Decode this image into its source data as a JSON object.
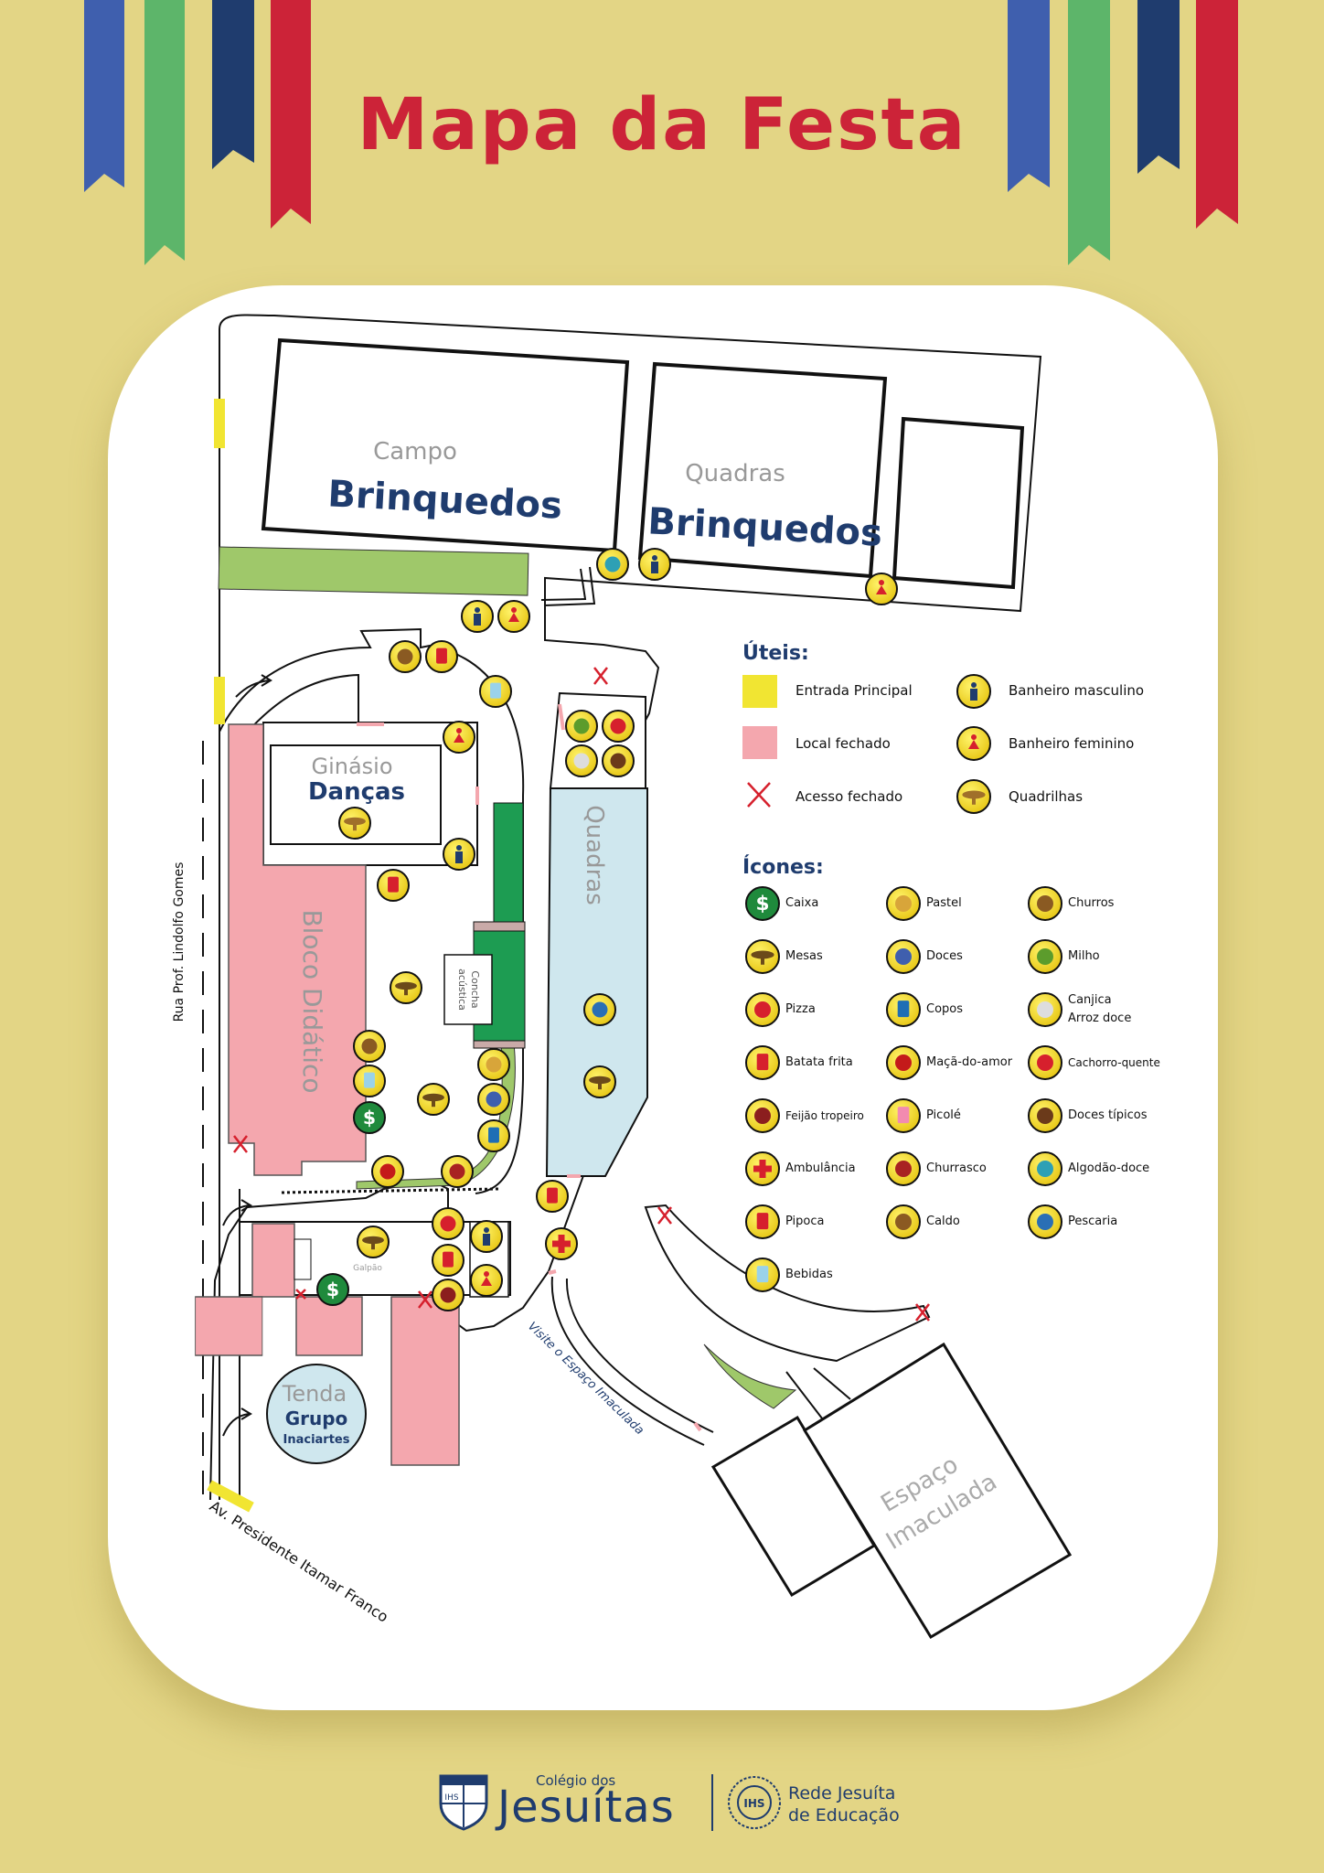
{
  "title": "Mapa da Festa",
  "colors": {
    "background": "#e3d585",
    "accent_red": "#cc2338",
    "navy": "#1f3c6e",
    "blue": "#3f5fae",
    "green": "#5db56a",
    "entrance": "#f1e532",
    "closed": "#f4a7ae",
    "pool": "#cfe7ee"
  },
  "areas": {
    "campo_label": "Campo",
    "campo_name": "Brinquedos",
    "quadras_top_label": "Quadras",
    "quadras_top_name": "Brinquedos",
    "ginasio_label": "Ginásio",
    "ginasio_name": "Danças",
    "bloco": "Bloco Didático",
    "quadras_side": "Quadras",
    "concha_1": "Concha",
    "concha_2": "acústica",
    "galpao": "Galpão",
    "tenda_1": "Tenda",
    "tenda_2": "Grupo",
    "tenda_3": "Inaciartes",
    "espaco_1": "Espaço",
    "espaco_2": "Imaculada",
    "visite": "Visite o Espaço Imaculada",
    "rua": "Rua Prof. Lindolfo Gomes",
    "avenida": "Av. Presidente Itamar Franco"
  },
  "legend": {
    "uteis_title": "Úteis:",
    "icones_title": "Ícones:",
    "uteis": [
      {
        "label": "Entrada Principal",
        "icon": "entrance-swatch"
      },
      {
        "label": "Banheiro masculino",
        "icon": "male-restroom-icon"
      },
      {
        "label": "Local fechado",
        "icon": "closed-swatch"
      },
      {
        "label": "Banheiro feminino",
        "icon": "female-restroom-icon"
      },
      {
        "label": "Acesso fechado",
        "icon": "x-mark-icon"
      },
      {
        "label": "Quadrilhas",
        "icon": "straw-hat-icon"
      }
    ],
    "icones": [
      {
        "label": "Caixa",
        "icon": "cashier-icon"
      },
      {
        "label": "Pastel",
        "icon": "pastel-icon"
      },
      {
        "label": "Churros",
        "icon": "churros-icon"
      },
      {
        "label": "Mesas",
        "icon": "table-icon"
      },
      {
        "label": "Doces",
        "icon": "candy-icon"
      },
      {
        "label": "Milho",
        "icon": "corn-icon"
      },
      {
        "label": "Pizza",
        "icon": "pizza-icon"
      },
      {
        "label": "Copos",
        "icon": "cups-icon"
      },
      {
        "label": "Canjica\nArroz doce",
        "icon": "canjica-icon"
      },
      {
        "label": "Batata frita",
        "icon": "fries-icon"
      },
      {
        "label": "Maçã-do-amor",
        "icon": "candy-apple-icon"
      },
      {
        "label": "Cachorro-quente",
        "icon": "hotdog-icon"
      },
      {
        "label": "Feijão tropeiro",
        "icon": "beans-icon"
      },
      {
        "label": "Picolé",
        "icon": "popsicle-icon"
      },
      {
        "label": "Doces típicos",
        "icon": "typical-sweets-icon"
      },
      {
        "label": "Ambulância",
        "icon": "ambulance-cross-icon"
      },
      {
        "label": "Churrasco",
        "icon": "barbecue-icon"
      },
      {
        "label": "Algodão-doce",
        "icon": "cotton-candy-icon"
      },
      {
        "label": "Pipoca",
        "icon": "popcorn-icon"
      },
      {
        "label": "Caldo",
        "icon": "broth-icon"
      },
      {
        "label": "Pescaria",
        "icon": "fishing-icon"
      },
      {
        "label": "Bebidas",
        "icon": "drinks-icon"
      }
    ]
  },
  "footer": {
    "school_small": "Colégio dos",
    "school_big": "Jesuítas",
    "network_1": "Rede Jesuíta",
    "network_2": "de Educação",
    "seal": "IHS"
  }
}
